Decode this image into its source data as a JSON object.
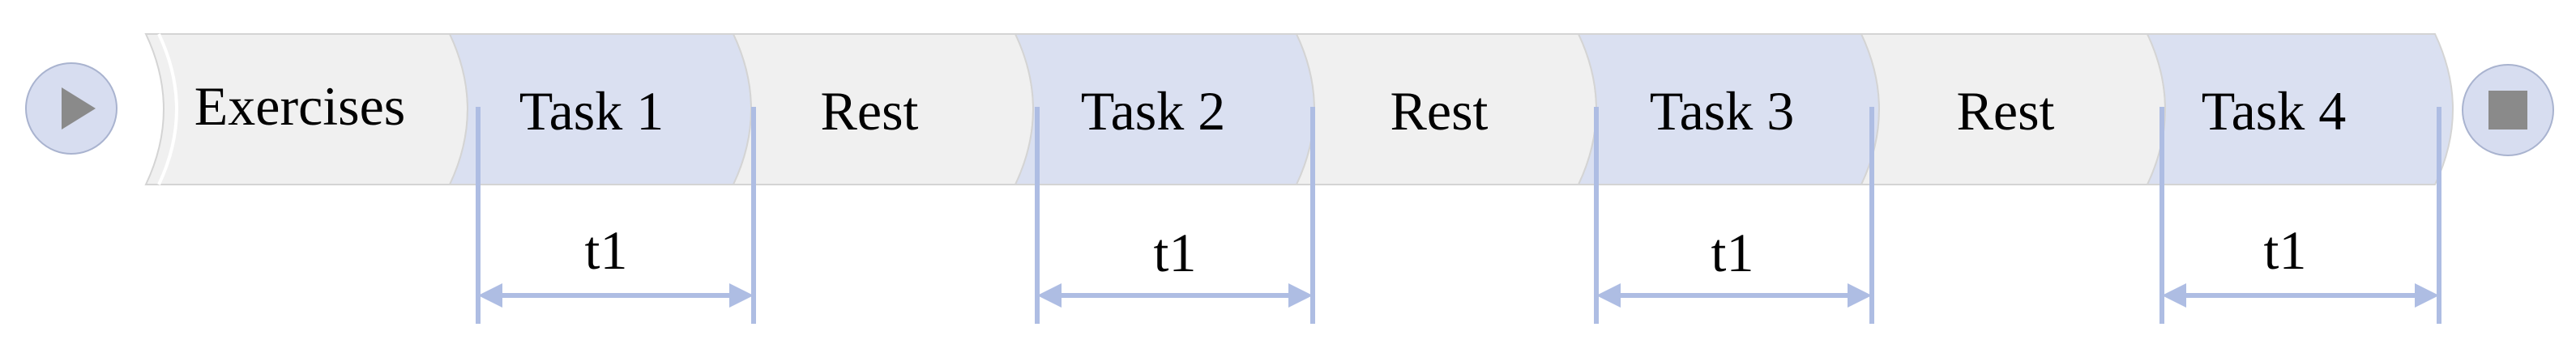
{
  "colors": {
    "task_fill": "#dae0f1",
    "rest_fill": "#f0f0f0",
    "segment_edge": "#d4d4d4",
    "dimension_line": "#aebde3",
    "button_fill": "#d7ddf0",
    "button_edge": "#a9b3cf",
    "button_glyph": "#8a8a8a"
  },
  "controls": {
    "play_icon": "play-icon",
    "stop_icon": "stop-icon"
  },
  "segments": [
    {
      "label": "Exercises",
      "kind": "rest"
    },
    {
      "label": "Task 1",
      "kind": "task"
    },
    {
      "label": "Rest",
      "kind": "rest"
    },
    {
      "label": "Task 2",
      "kind": "task"
    },
    {
      "label": "Rest",
      "kind": "rest"
    },
    {
      "label": "Task 3",
      "kind": "task"
    },
    {
      "label": "Rest",
      "kind": "rest"
    },
    {
      "label": "Task 4",
      "kind": "task"
    }
  ],
  "durations": [
    {
      "label": "t1"
    },
    {
      "label": "t1"
    },
    {
      "label": "t1"
    },
    {
      "label": "t1"
    }
  ]
}
